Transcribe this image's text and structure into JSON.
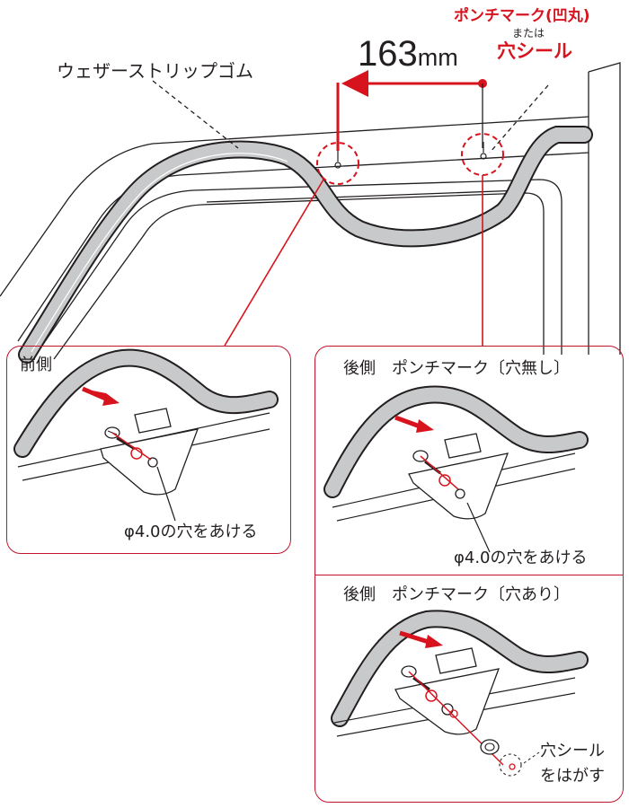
{
  "colors": {
    "accent_red": "#d7141e",
    "line": "#231f20",
    "strip_fill": "#c8c9ca"
  },
  "top": {
    "punch_mark_title": "ポンチマーク(凹丸)",
    "or_text": "または",
    "hole_seal_title": "穴シール",
    "dimension": "163",
    "dimension_unit": "mm",
    "strip_label": "ウェザーストリップゴム"
  },
  "panels": {
    "front": {
      "title": "前側",
      "hole_note": "φ4.0の穴をあける"
    },
    "rear_no_hole": {
      "title": "後側　ポンチマーク〔穴無し〕",
      "hole_note": "φ4.0の穴をあける"
    },
    "rear_with_hole": {
      "title": "後側　ポンチマーク〔穴あり〕",
      "seal_note_line1": "穴シール",
      "seal_note_line2": "をはがす"
    }
  }
}
